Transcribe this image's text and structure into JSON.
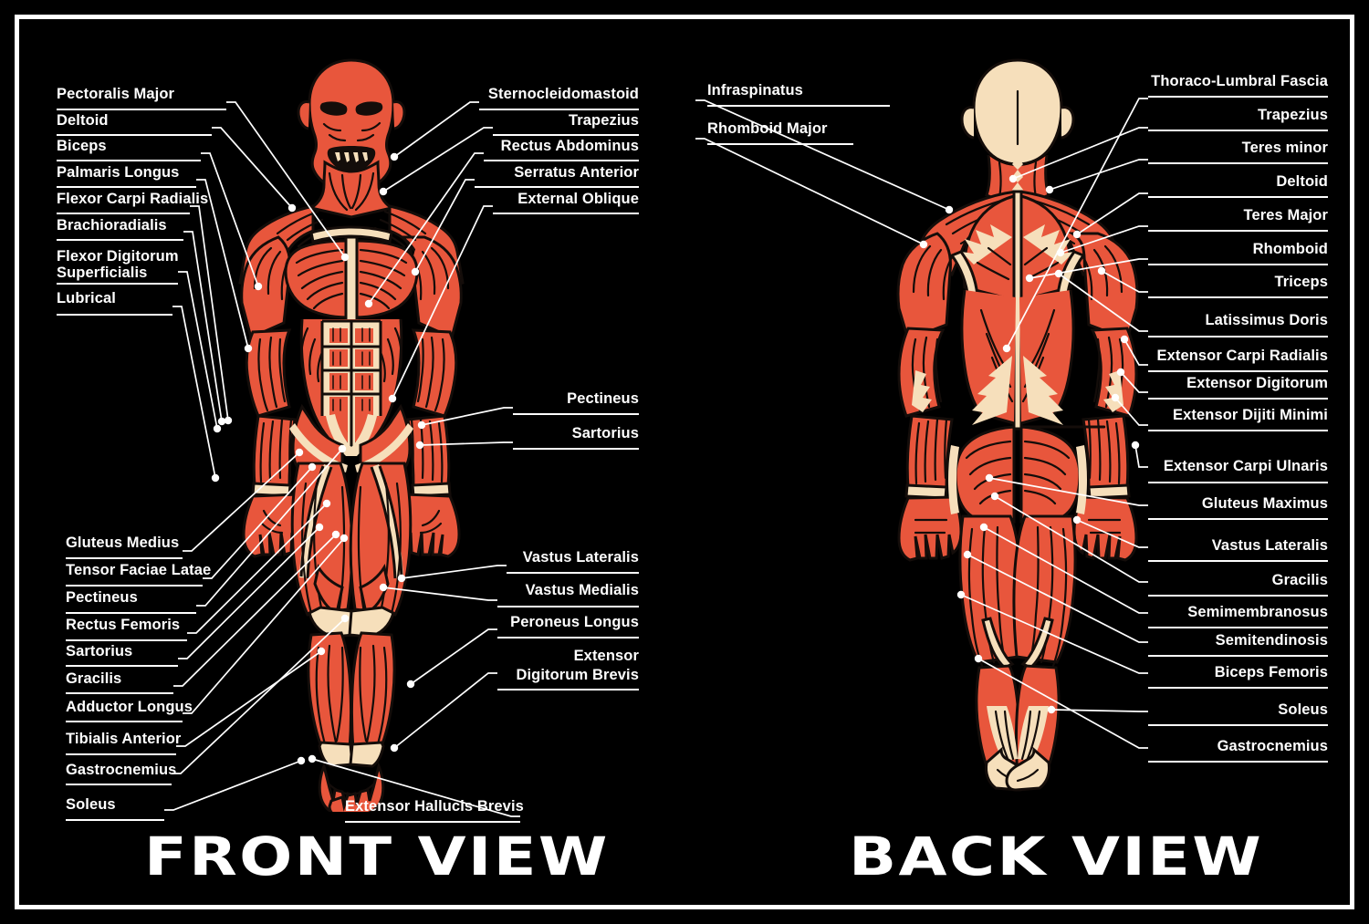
{
  "poster": {
    "background_color": "#000000",
    "frame_color": "#ffffff",
    "muscle_color": "#e8563c",
    "tendon_color": "#f6dfbb",
    "outline_color": "#140d0a",
    "label_color": "#ffffff"
  },
  "front": {
    "title": "FRONT VIEW",
    "left_labels": [
      {
        "text": "Pectoralis Major"
      },
      {
        "text": "Deltoid"
      },
      {
        "text": "Biceps"
      },
      {
        "text": "Palmaris Longus"
      },
      {
        "text": "Flexor Carpi Radialis"
      },
      {
        "text": "Brachioradialis"
      },
      {
        "text": "Flexor Digitorum\nSuperficialis"
      },
      {
        "text": "Lubrical"
      },
      {
        "text": "Gluteus Medius"
      },
      {
        "text": "Tensor Faciae Latae"
      },
      {
        "text": "Pectineus"
      },
      {
        "text": "Rectus Femoris"
      },
      {
        "text": "Sartorius"
      },
      {
        "text": "Gracilis"
      },
      {
        "text": "Adductor Longus"
      },
      {
        "text": "Tibialis Anterior"
      },
      {
        "text": "Gastrocnemius"
      },
      {
        "text": "Soleus"
      }
    ],
    "right_labels": [
      {
        "text": "Sternocleidomastoid"
      },
      {
        "text": "Trapezius"
      },
      {
        "text": "Rectus Abdominus"
      },
      {
        "text": "Serratus Anterior"
      },
      {
        "text": "External Oblique"
      },
      {
        "text": "Pectineus"
      },
      {
        "text": "Sartorius"
      },
      {
        "text": "Vastus Lateralis"
      },
      {
        "text": "Vastus Medialis"
      },
      {
        "text": "Peroneus Longus"
      },
      {
        "text": "Extensor\nDigitorum Brevis"
      }
    ],
    "bottom_label": {
      "text": "Extensor Hallucis Brevis"
    }
  },
  "back": {
    "title": "BACK VIEW",
    "left_labels": [
      {
        "text": "Infraspinatus"
      },
      {
        "text": "Rhomboid Major"
      }
    ],
    "right_labels": [
      {
        "text": "Thoraco-Lumbral Fascia"
      },
      {
        "text": "Trapezius"
      },
      {
        "text": "Teres minor"
      },
      {
        "text": "Deltoid"
      },
      {
        "text": "Teres Major"
      },
      {
        "text": "Rhomboid"
      },
      {
        "text": "Triceps"
      },
      {
        "text": "Latissimus Doris"
      },
      {
        "text": "Extensor Carpi Radialis"
      },
      {
        "text": "Extensor Digitorum"
      },
      {
        "text": "Extensor Dijiti Minimi"
      },
      {
        "text": "Extensor Carpi Ulnaris"
      },
      {
        "text": "Gluteus Maximus"
      },
      {
        "text": "Vastus Lateralis"
      },
      {
        "text": "Gracilis"
      },
      {
        "text": "Semimembranosus"
      },
      {
        "text": "Semitendinosis"
      },
      {
        "text": "Biceps Femoris"
      },
      {
        "text": "Soleus"
      },
      {
        "text": "Gastrocnemius"
      }
    ]
  }
}
